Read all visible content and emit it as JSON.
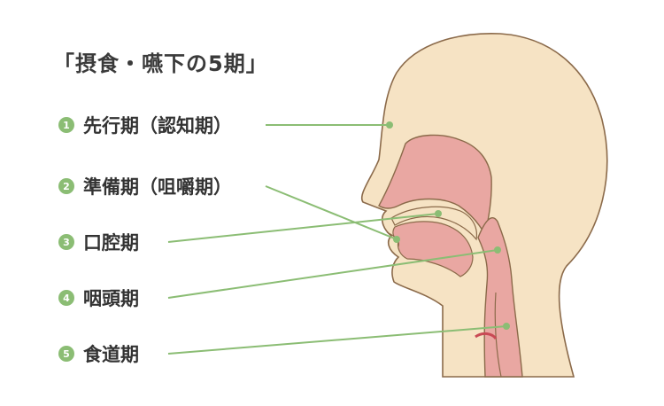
{
  "title": "「摂食・嚥下の5期」",
  "colors": {
    "accent_green": "#8bbd74",
    "head_fill": "#f6e3c4",
    "cavity_fill": "#e9a7a2",
    "outline": "#8b6a4a"
  },
  "stages": [
    {
      "num": "1",
      "label": "先行期（認知期）"
    },
    {
      "num": "2",
      "label": "準備期（咀嚼期）"
    },
    {
      "num": "3",
      "label": "口腔期"
    },
    {
      "num": "4",
      "label": "咽頭期"
    },
    {
      "num": "5",
      "label": "食道期"
    }
  ]
}
